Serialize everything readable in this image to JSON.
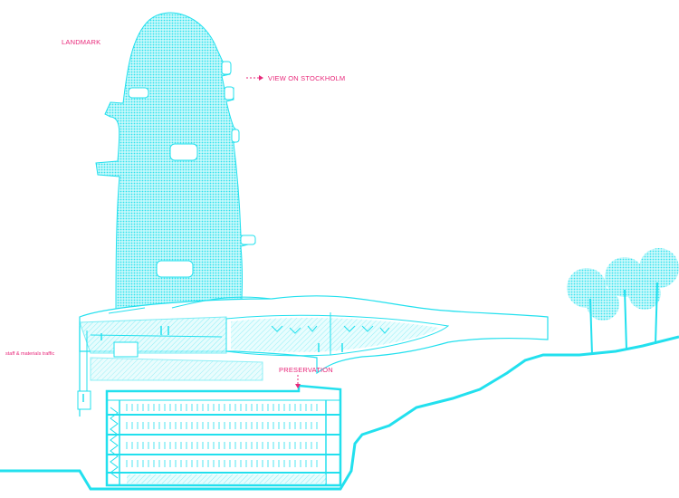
{
  "labels": {
    "landmark": "LANDMARK",
    "view": "VIEW ON STOCKHOLM",
    "traffic": "staff & materials traffic",
    "preservation": "PRESERVATION"
  },
  "colors": {
    "line": "#22e0ee",
    "fill": "#9ef3f8",
    "accent": "#e8287a",
    "background": "#ffffff"
  }
}
